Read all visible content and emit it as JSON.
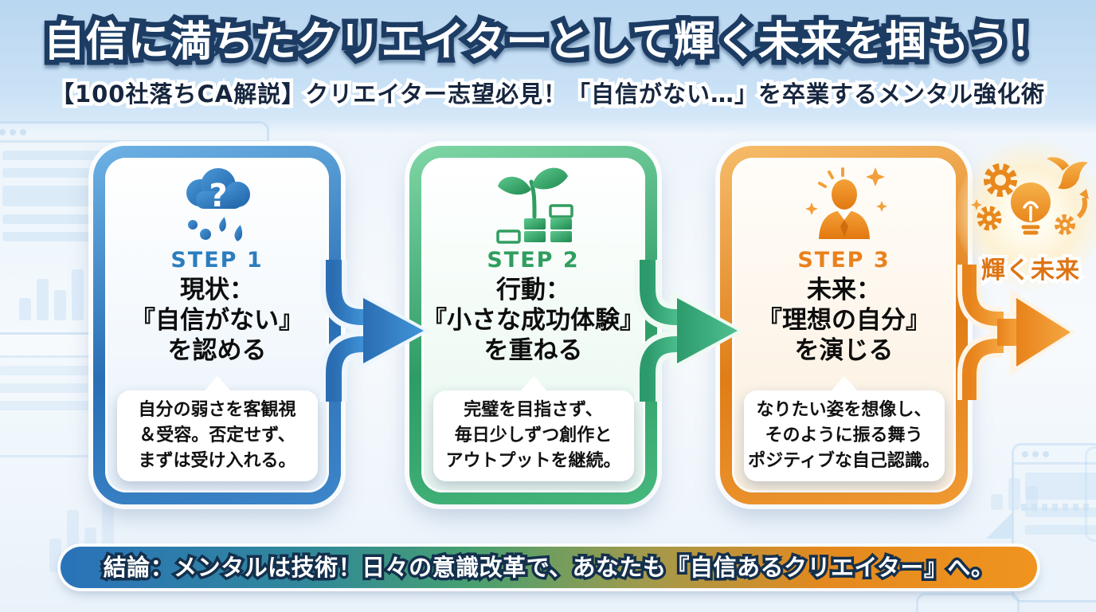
{
  "header": {
    "title": "自信に満ちたクリエイターとして輝く未来を掴もう！",
    "subtitle": "【100社落ちCA解説】クリエイター志望必見！「自信がない…」を卒業するメンタル強化術"
  },
  "steps": [
    {
      "label": "STEP 1",
      "icon": "rain-cloud-question-icon",
      "accent_color": "#2c7dbe",
      "border_color": "#3d86c9",
      "title_lines": [
        "現状：",
        "『自信がない』",
        "を認める"
      ],
      "desc_lines": [
        "自分の弱さを客観視",
        "＆受容。否定せず、",
        "まずは受け入れる。"
      ]
    },
    {
      "label": "STEP 2",
      "icon": "sprout-growth-icon",
      "accent_color": "#2f9e5f",
      "border_color": "#46b87d",
      "title_lines": [
        "行動：",
        "『小さな成功体験』",
        "を重ねる"
      ],
      "desc_lines": [
        "完璧を目指さず、",
        "毎日少しずつ創作と",
        "アウトプットを継続。"
      ]
    },
    {
      "label": "STEP 3",
      "icon": "confident-person-icon",
      "accent_color": "#e8821e",
      "border_color": "#f0a136",
      "title_lines": [
        "未来：",
        "『理想の自分』",
        "を演じる"
      ],
      "desc_lines": [
        "なりたい姿を想像し、",
        "そのように振る舞う",
        "ポジティブな自己認識。"
      ]
    }
  ],
  "arrows": {
    "step1_to_step2_color": "#3c8ad0",
    "step2_to_step3_color": "#3aa87e",
    "step3_to_future_color": "#ef8c1f"
  },
  "future": {
    "label": "輝く未来",
    "color": "#dd7414",
    "icons": [
      "gear-icon",
      "lightbulb-icon",
      "dove-icon",
      "rising-arrow-icon",
      "sparkle-icon"
    ]
  },
  "conclusion": {
    "text": "結論：メンタルは技術！日々の意識改革で、あなたも『自信あるクリエイター』へ。"
  }
}
